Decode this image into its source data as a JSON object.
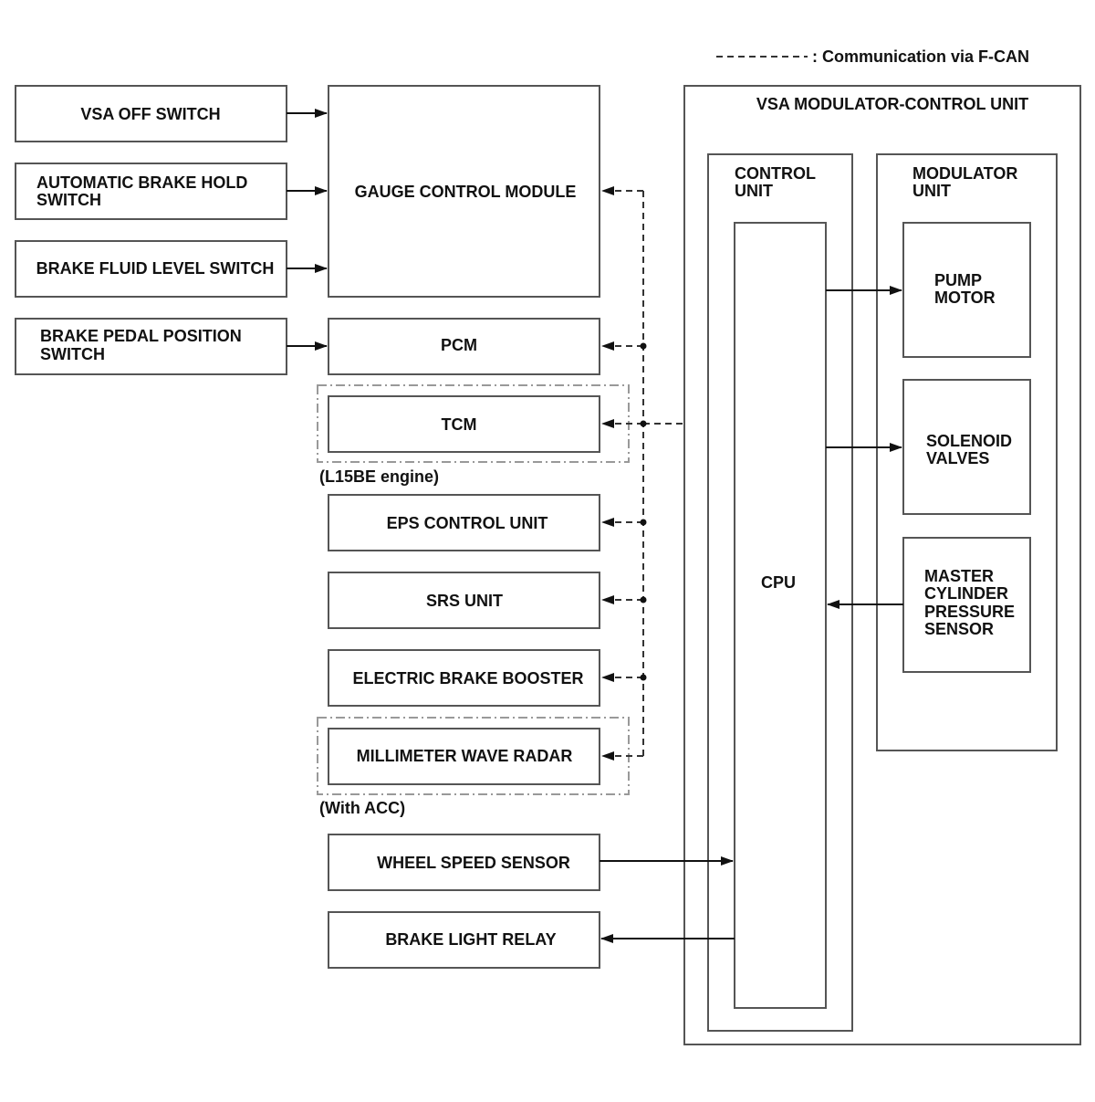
{
  "legend": {
    "text": ": Communication via F-CAN"
  },
  "inputs": {
    "vsa_off_switch": "VSA OFF SWITCH",
    "auto_brake_hold_switch": [
      "AUTOMATIC BRAKE HOLD",
      "SWITCH"
    ],
    "brake_fluid_level_switch": "BRAKE FLUID LEVEL SWITCH",
    "brake_pedal_position_switch": [
      "BRAKE PEDAL POSITION",
      "SWITCH"
    ]
  },
  "modules": {
    "gauge_control_module": "GAUGE CONTROL MODULE",
    "pcm": "PCM",
    "tcm": "TCM",
    "tcm_note": "(L15BE engine)",
    "eps_control_unit": "EPS CONTROL UNIT",
    "srs_unit": "SRS UNIT",
    "electric_brake_booster": "ELECTRIC BRAKE BOOSTER",
    "millimeter_wave_radar": "MILLIMETER WAVE RADAR",
    "radar_note": "(With ACC)",
    "wheel_speed_sensor": "WHEEL SPEED SENSOR",
    "brake_light_relay": "BRAKE LIGHT RELAY"
  },
  "vsa": {
    "title": "VSA MODULATOR-CONTROL UNIT",
    "control_unit": [
      "CONTROL",
      "UNIT"
    ],
    "cpu": "CPU",
    "modulator_unit": [
      "MODULATOR",
      "UNIT"
    ],
    "pump_motor": [
      "PUMP",
      "MOTOR"
    ],
    "solenoid_valves": [
      "SOLENOID",
      "VALVES"
    ],
    "master_cylinder_pressure_sensor": [
      "MASTER",
      "CYLINDER",
      "PRESSURE",
      "SENSOR"
    ]
  }
}
